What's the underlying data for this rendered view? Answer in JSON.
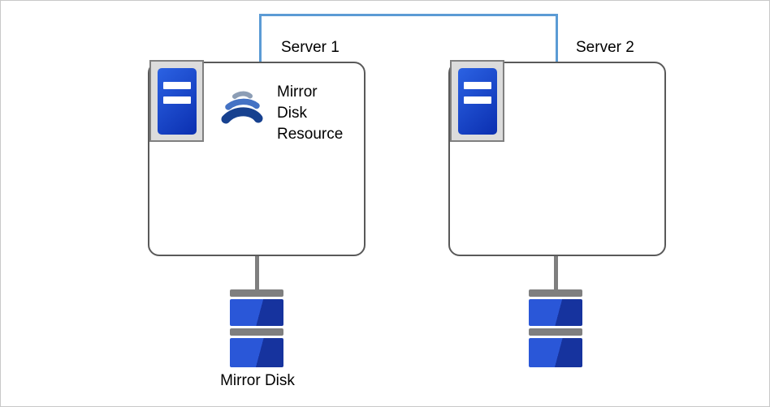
{
  "colors": {
    "connector_blue": "#5B9BD5",
    "box_border_gray": "#595959",
    "server_icon_blue": "#1341C8",
    "disk_blue": "#2A57D8",
    "metal_gray": "#7F7F7F"
  },
  "servers": [
    {
      "label": "Server 1"
    },
    {
      "label": "Server 2"
    }
  ],
  "mirror_disk_resource_label": "Mirror\nDisk\nResource",
  "mirror_disk_label": "Mirror Disk"
}
